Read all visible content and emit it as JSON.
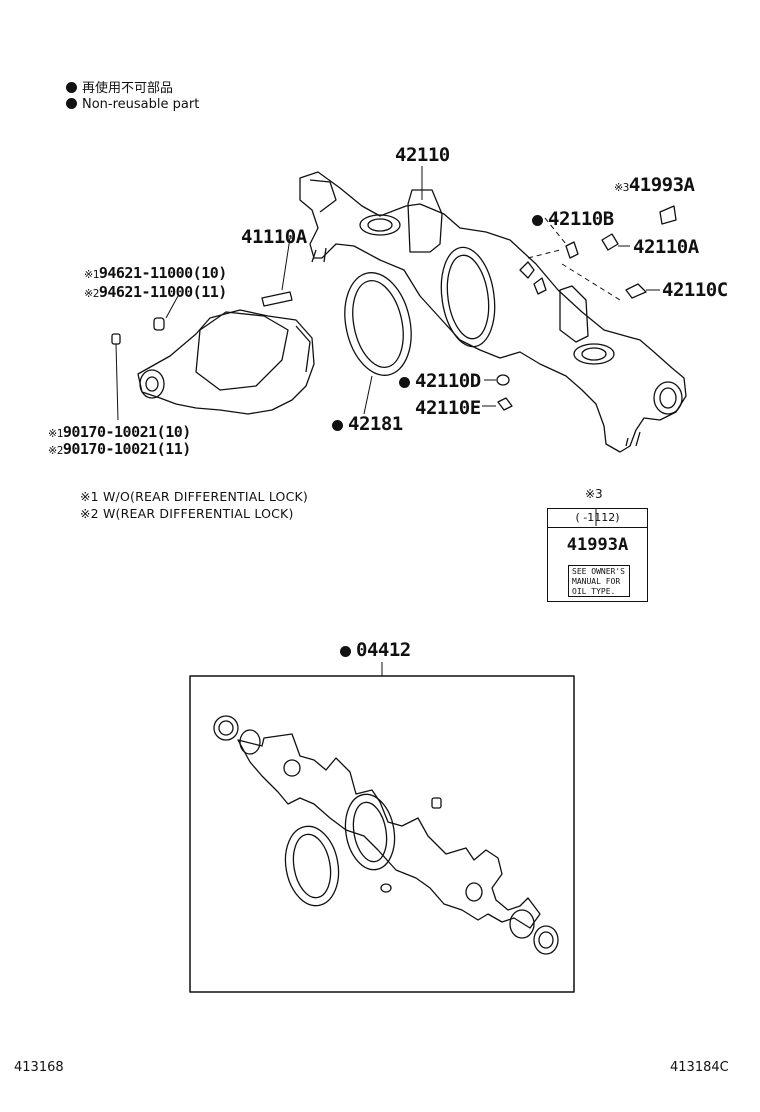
{
  "legend": {
    "jp": "再使用不可部品",
    "en": "Non-reusable part"
  },
  "parts": {
    "p42110": "42110",
    "p41110A": "41110A",
    "p41993A": "41993A",
    "p42110B": "42110B",
    "p42110A": "42110A",
    "p42110C": "42110C",
    "p94621_1": "94621-11000(10)",
    "p94621_2": "94621-11000(11)",
    "p42110D": "42110D",
    "p42110E": "42110E",
    "p42181": "42181",
    "p90170_1": "90170-10021(10)",
    "p90170_2": "90170-10021(11)",
    "p04412": "04412"
  },
  "marks": {
    "m1": "※1",
    "m2": "※2",
    "m3": "※3"
  },
  "notes": {
    "n1": "※1 W/O(REAR DIFFERENTIAL LOCK)",
    "n2": "※2 W(REAR DIFFERENTIAL LOCK)"
  },
  "label_box": {
    "header_mark": "※3",
    "date_range": "(     -1112)",
    "part": "41993A",
    "sticker_text": "SEE OWNER'S MANUAL FOR OIL TYPE."
  },
  "figure_ids": {
    "left": "413168",
    "right": "413184C"
  }
}
